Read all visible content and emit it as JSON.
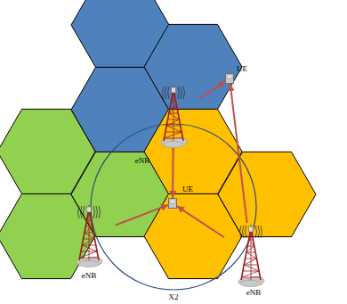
{
  "diagram": {
    "nodes": [
      {
        "text": [
          "eNB"
        ]
      },
      {
        "text": [
          "UE"
        ]
      },
      {
        "text": [
          "eNB"
        ]
      },
      {
        "text": [
          "UE"
        ]
      },
      {
        "text": [
          "eNB"
        ]
      }
    ],
    "edges": [
      {
        "from": 0,
        "to": 1,
        "arrow": "to"
      },
      {
        "from": 0,
        "to": 3,
        "arrow": "to"
      },
      {
        "from": 2,
        "to": 3,
        "arrow": "to"
      },
      {
        "from": 4,
        "to": 3,
        "arrow": "to"
      },
      {
        "from": 4,
        "to": 1,
        "arrow": "to"
      }
    ],
    "labels": [
      "X2"
    ]
  }
}
